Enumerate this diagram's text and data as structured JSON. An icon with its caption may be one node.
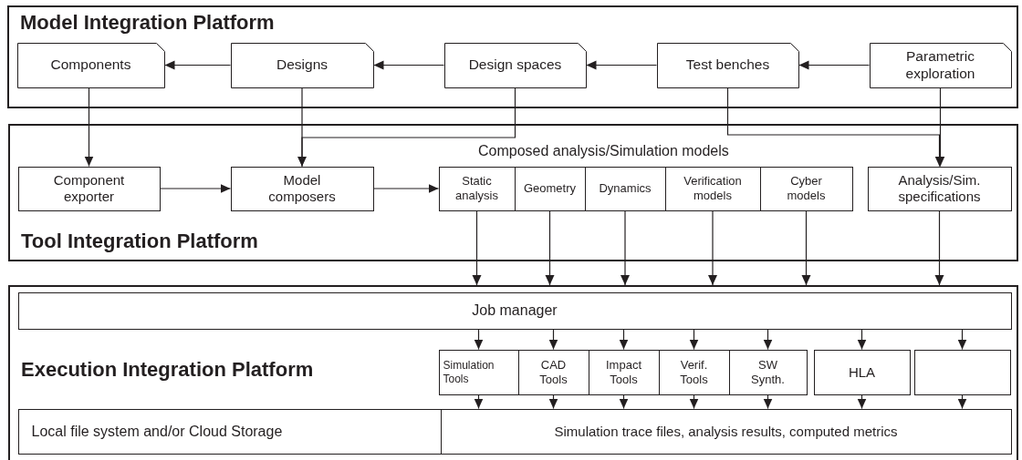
{
  "diagram": {
    "nodes": [
      {
        "text": [
          "Model Integration Platform"
        ]
      },
      {
        "text": [
          "Components"
        ],
        "in": 0
      },
      {
        "text": [
          "Designs"
        ],
        "in": 0
      },
      {
        "text": [
          "Design spaces"
        ],
        "in": 0
      },
      {
        "text": [
          "Test benches"
        ],
        "in": 0
      },
      {
        "text": [
          "Parametric exploration"
        ],
        "in": 0
      },
      {
        "text": [
          "Tool Integration Platform"
        ]
      },
      {
        "text": [
          "Component exporter"
        ],
        "in": 6
      },
      {
        "text": [
          "Model composers"
        ],
        "in": 6
      },
      {
        "text": [
          "Static analysis"
        ],
        "in": 6
      },
      {
        "text": [
          "Geometry"
        ],
        "in": 6
      },
      {
        "text": [
          "Dynamics"
        ],
        "in": 6
      },
      {
        "text": [
          "Verification models"
        ],
        "in": 6
      },
      {
        "text": [
          "Cyber models"
        ],
        "in": 6
      },
      {
        "text": [
          "Analysis/Sim. specifications"
        ],
        "in": 6
      },
      {
        "text": [
          "Execution Integration Platform"
        ]
      },
      {
        "text": [
          "Job manager"
        ],
        "in": 15
      },
      {
        "text": [
          "Simulation Tools"
        ],
        "in": 15
      },
      {
        "text": [
          "CAD Tools"
        ],
        "in": 15
      },
      {
        "text": [
          "Impact Tools"
        ],
        "in": 15
      },
      {
        "text": [
          "Verif. Tools"
        ],
        "in": 15
      },
      {
        "text": [
          "SW Synth."
        ],
        "in": 15
      },
      {
        "text": [
          "HLA"
        ],
        "in": 15
      },
      {
        "text": [],
        "shape": "box",
        "in": 15
      },
      {
        "text": [
          "Local file system and/or Cloud Storage"
        ],
        "in": 15
      },
      {
        "text": [
          "Simulation trace files, analysis results, computed metrics"
        ],
        "in": 15
      }
    ],
    "edges": [
      {
        "from": 2,
        "to": 1,
        "arrow": "to"
      },
      {
        "from": 3,
        "to": 2,
        "arrow": "to"
      },
      {
        "from": 4,
        "to": 3,
        "arrow": "to"
      },
      {
        "from": 5,
        "to": 4,
        "arrow": "to"
      },
      {
        "from": 1,
        "to": 7,
        "arrow": "to"
      },
      {
        "from": 2,
        "to": 8,
        "arrow": "to"
      },
      {
        "from": 3,
        "to": 8,
        "arrow": "to"
      },
      {
        "from": 5,
        "to": 14,
        "arrow": "to"
      },
      {
        "from": 4,
        "to": 14,
        "arrow": "to"
      },
      {
        "from": 7,
        "to": 8,
        "arrow": "to"
      },
      {
        "from": 8,
        "to": 9,
        "arrow": "to"
      },
      {
        "from": 9,
        "to": 15,
        "arrow": "to"
      },
      {
        "from": 10,
        "to": 15,
        "arrow": "to"
      },
      {
        "from": 11,
        "to": 15,
        "arrow": "to"
      },
      {
        "from": 12,
        "to": 15,
        "arrow": "to"
      },
      {
        "from": 13,
        "to": 15,
        "arrow": "to"
      },
      {
        "from": 14,
        "to": 15,
        "arrow": "to"
      },
      {
        "from": 16,
        "to": 17,
        "arrow": "to"
      },
      {
        "from": 16,
        "to": 18,
        "arrow": "to"
      },
      {
        "from": 16,
        "to": 19,
        "arrow": "to"
      },
      {
        "from": 16,
        "to": 20,
        "arrow": "to"
      },
      {
        "from": 16,
        "to": 21,
        "arrow": "to"
      },
      {
        "from": 16,
        "to": 22,
        "arrow": "to"
      },
      {
        "from": 16,
        "to": 23,
        "arrow": "to"
      },
      {
        "from": 17,
        "to": 25,
        "arrow": "to"
      },
      {
        "from": 18,
        "to": 25,
        "arrow": "to"
      },
      {
        "from": 19,
        "to": 25,
        "arrow": "to"
      },
      {
        "from": 20,
        "to": 25,
        "arrow": "to"
      },
      {
        "from": 21,
        "to": 25,
        "arrow": "to"
      },
      {
        "from": 22,
        "to": 25,
        "arrow": "to"
      },
      {
        "from": 23,
        "to": 25,
        "arrow": "to"
      }
    ],
    "labels": [
      "Composed analysis/Simulation models"
    ]
  }
}
